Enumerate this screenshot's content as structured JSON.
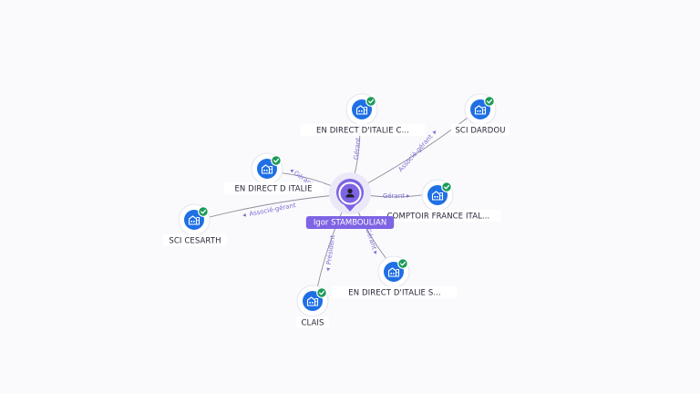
{
  "center": {
    "name": "Igor STAMBOULIAN",
    "icon": "person-icon",
    "color": "#7e63e4"
  },
  "companies": [
    {
      "id": "en-direct-italie-c",
      "name": "EN DIRECT D'ITALIE C...",
      "icon": "company-building-icon",
      "verified": true
    },
    {
      "id": "sci-dardou",
      "name": "SCI DARDOU",
      "icon": "company-building-icon",
      "verified": true
    },
    {
      "id": "en-direct-d-italie",
      "name": "EN DIRECT D ITALIE",
      "icon": "company-building-icon",
      "verified": true
    },
    {
      "id": "comptoir-france-ital",
      "name": "COMPTOIR FRANCE ITAL...",
      "icon": "company-building-icon",
      "verified": true
    },
    {
      "id": "sci-cesarth",
      "name": "SCI CESARTH",
      "icon": "company-building-icon",
      "verified": true
    },
    {
      "id": "en-direct-d-italie-s",
      "name": "EN DIRECT D'ITALIE S...",
      "icon": "company-building-icon",
      "verified": true
    },
    {
      "id": "clais",
      "name": "CLAIS",
      "icon": "company-building-icon",
      "verified": true
    }
  ],
  "relations": [
    {
      "target": "en-direct-italie-c",
      "role": "Gérant"
    },
    {
      "target": "sci-dardou",
      "role": "Associé-gérant"
    },
    {
      "target": "en-direct-d-italie",
      "role": "Gérant"
    },
    {
      "target": "comptoir-france-ital",
      "role": "Gérant"
    },
    {
      "target": "sci-cesarth",
      "role": "Associé-gérant"
    },
    {
      "target": "en-direct-d-italie-s",
      "role": "Gérant"
    },
    {
      "target": "clais",
      "role": "Président"
    }
  ],
  "colors": {
    "company": "#1f6fe5",
    "verified": "#1c9b57",
    "edge": "#8d8e9c",
    "edge_label": "#7b6fd6",
    "background": "#fafafc"
  }
}
